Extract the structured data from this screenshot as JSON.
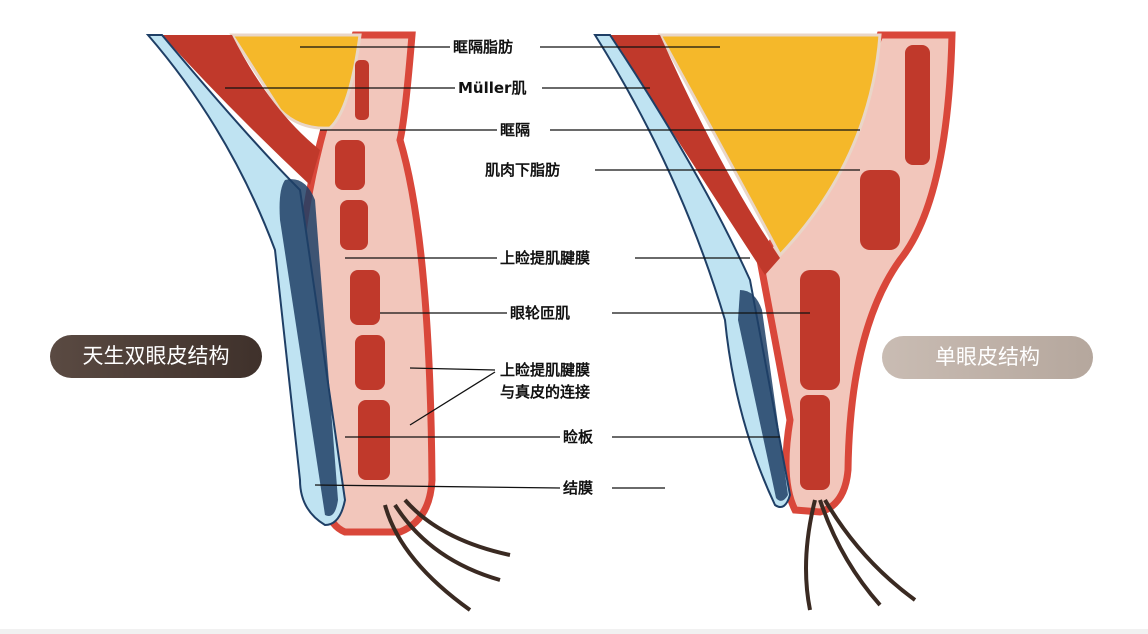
{
  "labels": {
    "orbital_septum_fat": "眶隔脂肪",
    "muller_muscle": "Müller肌",
    "orbital_septum": "眶隔",
    "submuscular_fat": "肌肉下脂肪",
    "levator_aponeurosis": "上睑提肌腱膜",
    "orbicularis_oculi": "眼轮匝肌",
    "levator_dermis_connection_line1": "上睑提肌腱膜",
    "levator_dermis_connection_line2": "与真皮的连接",
    "tarsus": "睑板",
    "conjunctiva": "结膜"
  },
  "badges": {
    "left": "天生双眼皮结构",
    "right": "单眼皮结构"
  },
  "colors": {
    "skin": "#f2c6bb",
    "skin_border": "#d9473a",
    "muscle": "#c0392b",
    "fat": "#f5b82a",
    "conjunctiva": "#bfe3f2",
    "tarsus": "#1f3f66"
  }
}
